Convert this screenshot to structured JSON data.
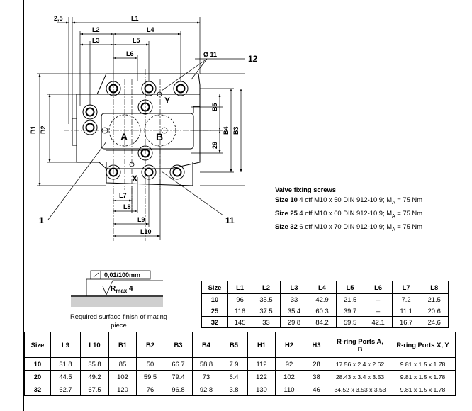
{
  "drawing": {
    "dims_top": [
      "2,5",
      "L1",
      "L2",
      "L4",
      "L3",
      "L5",
      "L6"
    ],
    "dims_left": [
      "B1",
      "B2"
    ],
    "dims_right": [
      "B5",
      "B4",
      "B3",
      "29"
    ],
    "dims_bottom": [
      "L7",
      "L8",
      "L9",
      "L10"
    ],
    "hole_label": "Ø 11",
    "port_a": "A",
    "port_b": "B",
    "port_x": "X",
    "port_y": "Y",
    "callout_1": "1",
    "callout_11": "11",
    "callout_12": "12"
  },
  "screws": {
    "title": "Valve fixing screws",
    "rows": [
      {
        "size": "Size 10",
        "text": " 4 off M10 x 50 DIN 912-10.9; M",
        "sub": "A",
        "val": " = 75 Nm"
      },
      {
        "size": "Size 25",
        "text": " 4 off M10 x 60 DIN 912-10.9; M",
        "sub": "A",
        "val": " = 75 Nm"
      },
      {
        "size": "Size 32",
        "text": " 6 off M10 x 70 DIN 912-10.9; M",
        "sub": "A",
        "val": " = 75 Nm"
      }
    ]
  },
  "surface": {
    "flatness": "0,01/100mm",
    "rmax": "R",
    "rmax_sub": "max",
    "rmax_val": " 4",
    "caption": "Required surface finish of mating piece"
  },
  "table_top": {
    "headers": [
      "Size",
      "L1",
      "L2",
      "L3",
      "L4",
      "L5",
      "L6",
      "L7",
      "L8"
    ],
    "rows": [
      [
        "10",
        "96",
        "35.5",
        "33",
        "42.9",
        "21.5",
        "–",
        "7.2",
        "21.5"
      ],
      [
        "25",
        "116",
        "37.5",
        "35.4",
        "60.3",
        "39.7",
        "–",
        "11.1",
        "20.6"
      ],
      [
        "32",
        "145",
        "33",
        "29.8",
        "84.2",
        "59.5",
        "42.1",
        "16.7",
        "24.6"
      ]
    ]
  },
  "table_bottom": {
    "headers": [
      "Size",
      "L9",
      "L10",
      "B1",
      "B2",
      "B3",
      "B4",
      "B5",
      "H1",
      "H2",
      "H3",
      "R-ring Ports A, B",
      "R-ring Ports X, Y"
    ],
    "rows": [
      [
        "10",
        "31.8",
        "35.8",
        "85",
        "50",
        "66.7",
        "58.8",
        "7.9",
        "112",
        "92",
        "28",
        "17.56 x 2.4 x 2.62",
        "9.81 x 1.5 x 1.78"
      ],
      [
        "20",
        "44.5",
        "49.2",
        "102",
        "59.5",
        "79.4",
        "73",
        "6.4",
        "122",
        "102",
        "38",
        "28.43 x 3.4 x 3.53",
        "9.81 x 1.5 x 1.78"
      ],
      [
        "32",
        "62.7",
        "67.5",
        "120",
        "76",
        "96.8",
        "92.8",
        "3.8",
        "130",
        "110",
        "46",
        "34.52 x 3.53 x 3.53",
        "9.81 x 1.5 x 1.78"
      ]
    ]
  }
}
